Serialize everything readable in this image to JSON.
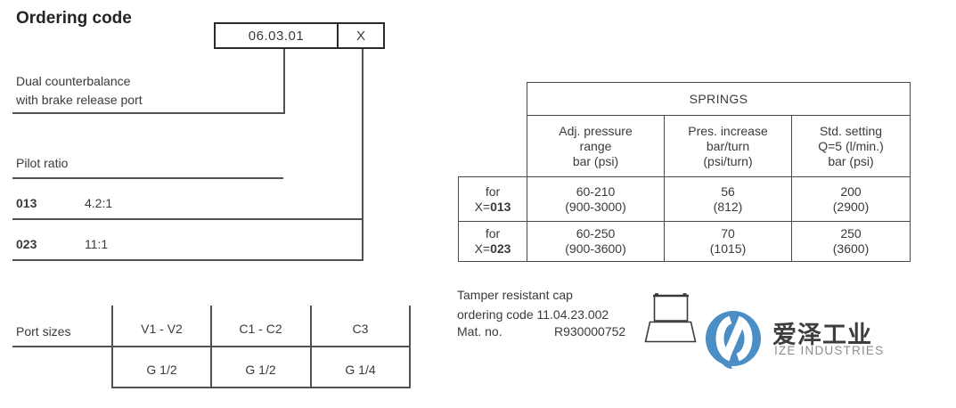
{
  "ordering": {
    "heading": "Ordering code",
    "code": "06.03.01",
    "variant": "X",
    "desc_line1": "Dual counterbalance",
    "desc_line2": "with brake release port"
  },
  "pilot": {
    "label": "Pilot ratio",
    "options": [
      {
        "code": "013",
        "ratio": "4.2:1"
      },
      {
        "code": "023",
        "ratio": "11:1"
      }
    ]
  },
  "port_sizes": {
    "label": "Port sizes",
    "headers": [
      "V1 - V2",
      "C1 - C2",
      "C3"
    ],
    "values": [
      "G 1/2",
      "G 1/2",
      "G 1/4"
    ]
  },
  "springs": {
    "title": "SPRINGS",
    "col1": {
      "l1": "Adj. pressure",
      "l2": "range",
      "l3": "bar (psi)"
    },
    "col2": {
      "l1": "Pres. increase",
      "l2": "bar/turn",
      "l3": "(psi/turn)"
    },
    "col3": {
      "l1": "Std. setting",
      "l2": "Q=5 (l/min.)",
      "l3": "bar (psi)"
    },
    "rows": [
      {
        "for_word": "for",
        "x_prefix": "X=",
        "code": "013",
        "adj1": "60-210",
        "adj2": "(900-3000)",
        "inc1": "56",
        "inc2": "(812)",
        "std1": "200",
        "std2": "(2900)"
      },
      {
        "for_word": "for",
        "x_prefix": "X=",
        "code": "023",
        "adj1": "60-250",
        "adj2": "(900-3600)",
        "inc1": "70",
        "inc2": "(1015)",
        "std1": "250",
        "std2": "(3600)"
      }
    ]
  },
  "tamper": {
    "line1": "Tamper resistant cap",
    "line2": "ordering code 11.04.23.002",
    "mat_label": "Mat. no.",
    "mat_value": "R930000752"
  },
  "logo": {
    "name_cn": "爱泽工业",
    "name_en": "IZE INDUSTRIES",
    "blue": "#4A8EC5",
    "text_dark": "#3d3d3d",
    "text_gray": "#8d8d8d"
  },
  "colors": {
    "text": "#3a3a3a",
    "line": "#515151",
    "box_border": "#2b2b2b"
  }
}
